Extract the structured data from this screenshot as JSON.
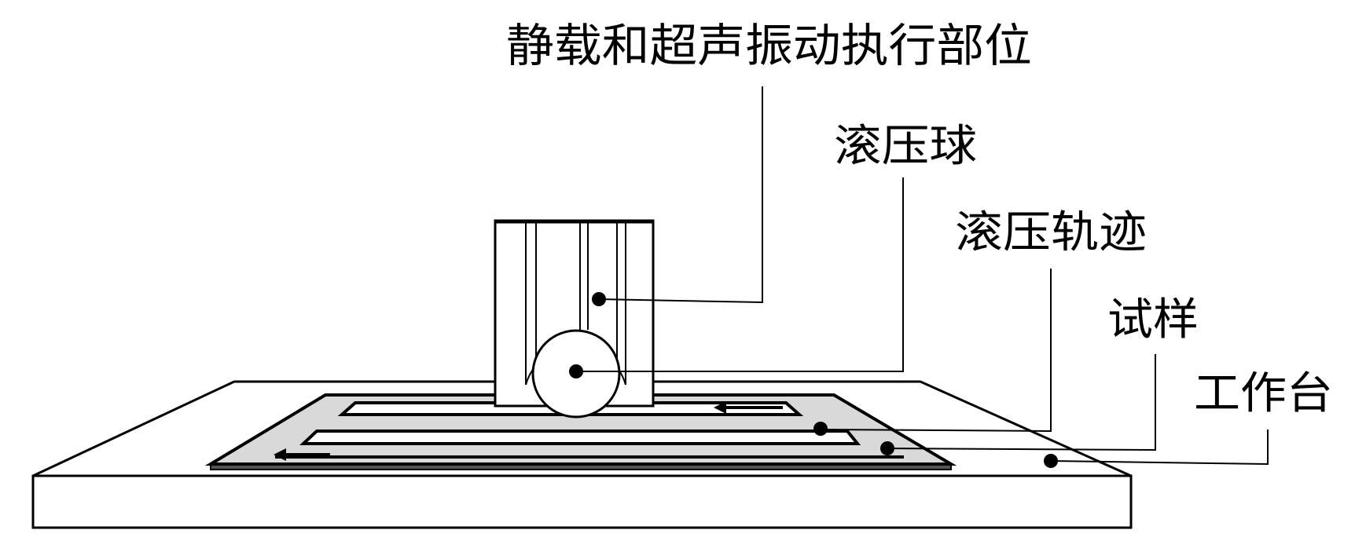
{
  "labels": {
    "actuator": "静载和超声振动执行部位",
    "ball": "滚压球",
    "track": "滚压轨迹",
    "sample": "试样",
    "table": "工作台"
  },
  "colors": {
    "line": "#000000",
    "sample_fill": "#d9d9d9",
    "background": "#ffffff"
  }
}
